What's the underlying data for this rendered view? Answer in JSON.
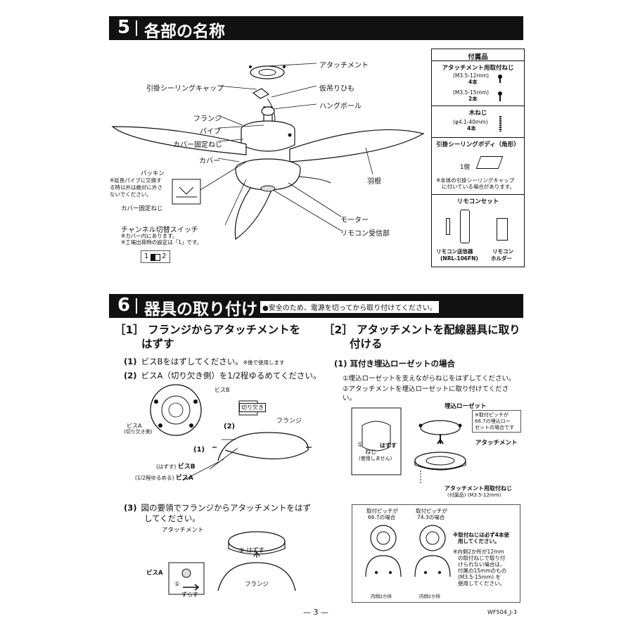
{
  "section5": {
    "number": "5",
    "title": "各部の名称",
    "labels": {
      "attachment": "アタッチメント",
      "ceiling_cap": "引掛シーリングキャップ",
      "temp_string": "仮吊りひも",
      "hang_ball": "ハングボール",
      "flange": "フランジ",
      "pipe": "パイプ",
      "cover_screw": "カバー固定ねじ",
      "cover": "カバー",
      "blade": "羽根",
      "packing": "パッキン",
      "packing_note": "※延長パイプに交換する時以外は絶対に外さないでください。",
      "cover_screw2": "カバー固定ねじ",
      "motor": "モーター",
      "remote_receiver": "リモコン受信部",
      "channel_switch": "チャンネル切替スイッチ",
      "channel_note1": "※カバー内にあります。",
      "channel_note2": "※工場出荷時の設定は「1」です。",
      "switch_1": "1",
      "switch_2": "2"
    },
    "accessories": {
      "title": "付属品",
      "attach_screw_title": "アタッチメント用取付ねじ",
      "screw_a_spec": "(M3.5-12mm)",
      "screw_a_qty": "4本",
      "screw_b_spec": "(M3.5-15mm)",
      "screw_b_qty": "2本",
      "wood_screw_title": "木ねじ",
      "wood_screw_spec": "(φ4.1-40mm)",
      "wood_screw_qty": "4本",
      "ceiling_body_title": "引掛シーリングボディ（角形）",
      "ceiling_body_qty": "1個",
      "ceiling_body_note1": "※本体の引掛シーリングキャップ",
      "ceiling_body_note2": "に付いている場合があります。",
      "remote_set_title": "リモコンセット",
      "transmitter_1": "リモコン送信器",
      "transmitter_2": "(NRL-106FN)",
      "holder_1": "リモコン",
      "holder_2": "ホルダー"
    }
  },
  "section6": {
    "number": "6",
    "title": "器具の取り付け",
    "safety_note": "●安全のため、電源を切ってから取り付けてください。",
    "part1": {
      "heading_line1": "［1］ フランジからアタッチメントを",
      "heading_line2": "はずす",
      "step1_num": "(1)",
      "step1_text": "ビスBをはずしてください。",
      "step1_small": "※後で使用します",
      "step2_num": "(2)",
      "step2_text": "ビスA（切り欠き側）を1/2程ゆるめてください。",
      "step3_num": "(3)",
      "step3_text_line1": "図の要領でフランジからアタッチメントをはず",
      "step3_text_line2": "してください。",
      "fig": {
        "screw_b": "ビスB",
        "screw_a": "ビスA",
        "screw_a_note": "(切り欠き側)",
        "notch": "切り欠き",
        "flange": "フランジ",
        "mark1": "(1)",
        "mark2": "(2)",
        "remove_note": "(はずす)",
        "screw_b2": "ビスB",
        "loosen_note": "(1/2程ゆるめる)",
        "screw_a2": "ビスA",
        "attachment": "アタッチメント",
        "remove2": "② はずす",
        "screw_a3": "ビスA",
        "slide_num": "①",
        "slide": "ずらす",
        "flange2": "フランジ"
      }
    },
    "part2": {
      "heading_line1": "［2］ アタッチメントを配線器具に取り",
      "heading_line2": "付ける",
      "sub_heading": "(1) 耳付き埋込ローゼットの場合",
      "note1": "①埋込ローゼットを支えながらねじをはずしてください。",
      "note2_line1": "②アタッチメントを埋込ローゼットに取り付けてくださ",
      "note2_line2": "い。",
      "fig": {
        "rosette": "埋込ローゼット",
        "pitch_note1": "※取付ピッチが",
        "pitch_note2": "66.7の埋込ロー",
        "pitch_note3": "ゼットの場合です",
        "attachment": "アタッチメント",
        "circle1": "①",
        "remove": "はずす",
        "screw": "ねじ",
        "not_used": "(使用しません)",
        "attach_screw": "アタッチメント用取付ねじ",
        "attach_screw_note": "(付属品)",
        "attach_screw_spec": "(M3.5-12mm)",
        "pitch_a1": "取付ピッチが",
        "pitch_a2": "66.7の場合",
        "pitch_b1": "取付ピッチが",
        "pitch_b2": "74.3の場合",
        "must4_1": "※取付ねじは必ず4本使",
        "must4_2": "用してください。",
        "inner_1": "※内側2か所が12mm",
        "inner_2": "の取付ねじで取り付",
        "inner_3": "けられない場合は、",
        "inner_4": "付属の15mmのもの",
        "inner_5": "(M3.5-15mm) を",
        "inner_6": "使用してください。",
        "inner_pos_a": "内側2か所",
        "inner_pos_b": "内側2か所"
      }
    }
  },
  "footer": {
    "page": "— 3 —",
    "code": "WF504_J-3"
  }
}
